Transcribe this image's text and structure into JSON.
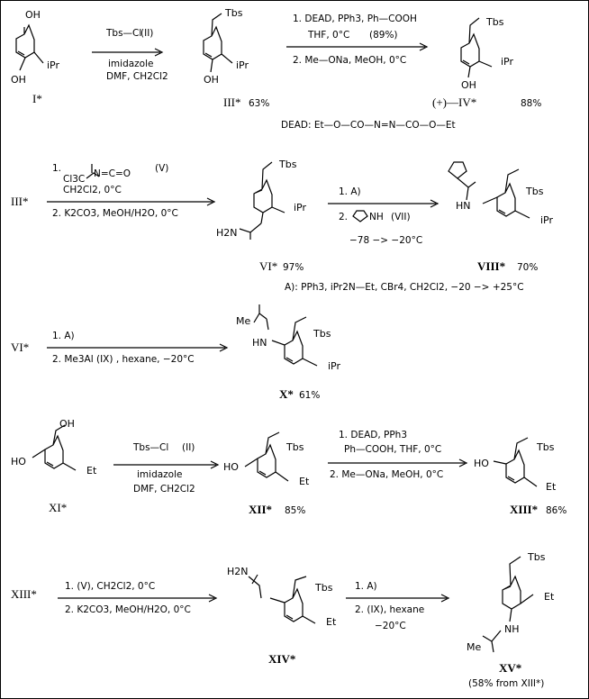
{
  "scheme": {
    "row1": {
      "start_label": "I*",
      "sm_groups": {
        "oh_top": "OH",
        "o_ipr": "iPr",
        "oh_bottom": "OH"
      },
      "arrow1": {
        "reagent": "Tbs—Cl",
        "reagent_id": "(II)",
        "line2": "imidazole",
        "line3": "DMF, CH2Cl2"
      },
      "int_groups": {
        "otbs": "Tbs",
        "o_ipr": "iPr",
        "oh": "OH"
      },
      "int_label": "III*",
      "int_yield": "63%",
      "arrow2": {
        "line1": "1. DEAD, PPh3, Ph—COOH",
        "line2": "THF, 0°C",
        "line3": "(89%)",
        "line4": "2. Me—ONa, MeOH, 0°C"
      },
      "prod_groups": {
        "otbs": "Tbs",
        "o_ipr": "iPr",
        "oh": "OH"
      },
      "prod_label": "(+)—IV*",
      "prod_yield": "88%",
      "dead_note": "DEAD:   Et—O—CO—N=N—CO—O—Et"
    },
    "row2": {
      "start_label": "III*",
      "arrow1": {
        "line1": "1.",
        "line1b": "(V)",
        "cl3c": "Cl3C",
        "nco": "N=C=O",
        "line2": "CH2Cl2,   0°C",
        "line3": "2. K2CO3,   MeOH/H2O,   0°C"
      },
      "int_groups": {
        "otbs": "Tbs",
        "o_ipr": "iPr",
        "h2n": "H2N"
      },
      "int_label": "VI*",
      "int_yield": "97%",
      "arrow2": {
        "line1": "1. A)",
        "line2": "2.",
        "nh": "NH",
        "reagent_id": "(VII)",
        "line3": "−78 −> −20°C"
      },
      "prod_groups": {
        "hn": "HN",
        "otbs": "Tbs",
        "o_ipr": "iPr"
      },
      "prod_label": "VIII*",
      "prod_yield": "70%",
      "a_note": "A):   PPh3,  iPr2N—Et,  CBr4, CH2Cl2,   −20 −> +25°C"
    },
    "row3": {
      "start_label": "VI*",
      "arrow1": {
        "line1": "1. A)",
        "line2": "2.   Me3Al    (IX) ,  hexane,  −20°C"
      },
      "prod_groups": {
        "me": "Me",
        "hn": "HN",
        "otbs": "Tbs",
        "o_ipr": "iPr"
      },
      "prod_label": "X*",
      "prod_yield": "61%"
    },
    "row4": {
      "sm_groups": {
        "oh": "OH",
        "ho": "HO",
        "o_et": "Et"
      },
      "sm_label": "XI*",
      "arrow1": {
        "reagent": "Tbs—Cl",
        "reagent_id": "(II)",
        "line2": "imidazole",
        "line3": "DMF,  CH2Cl2"
      },
      "int_groups": {
        "ho": "HO",
        "otbs": "Tbs",
        "o_et": "Et"
      },
      "int_label": "XII*",
      "int_yield": "85%",
      "arrow2": {
        "line1": "1. DEAD, PPh3",
        "line2": "Ph—COOH,  THF,  0°C",
        "line3": "2.  Me—ONa,  MeOH,   0°C"
      },
      "prod_groups": {
        "ho": "HO",
        "otbs": "Tbs",
        "o_et": "Et"
      },
      "prod_label": "XIII*",
      "prod_yield": "86%"
    },
    "row5": {
      "start_label": "XIII*",
      "arrow1": {
        "line1": "1.  (V),   CH2Cl2,   0°C",
        "line2": "2. K2CO3,   MeOH/H2O,   0°C"
      },
      "int_groups": {
        "h2n": "H2N",
        "otbs": "Tbs",
        "o_et": "Et"
      },
      "int_label": "XIV*",
      "arrow2": {
        "line1": "1. A)",
        "line2": "2. (IX),  hexane",
        "line3": "−20°C"
      },
      "prod_groups": {
        "otbs": "Tbs",
        "o_et": "Et",
        "nh": "NH",
        "me": "Me"
      },
      "prod_label": "XV*",
      "prod_note": "(58% from XIII*)"
    }
  }
}
